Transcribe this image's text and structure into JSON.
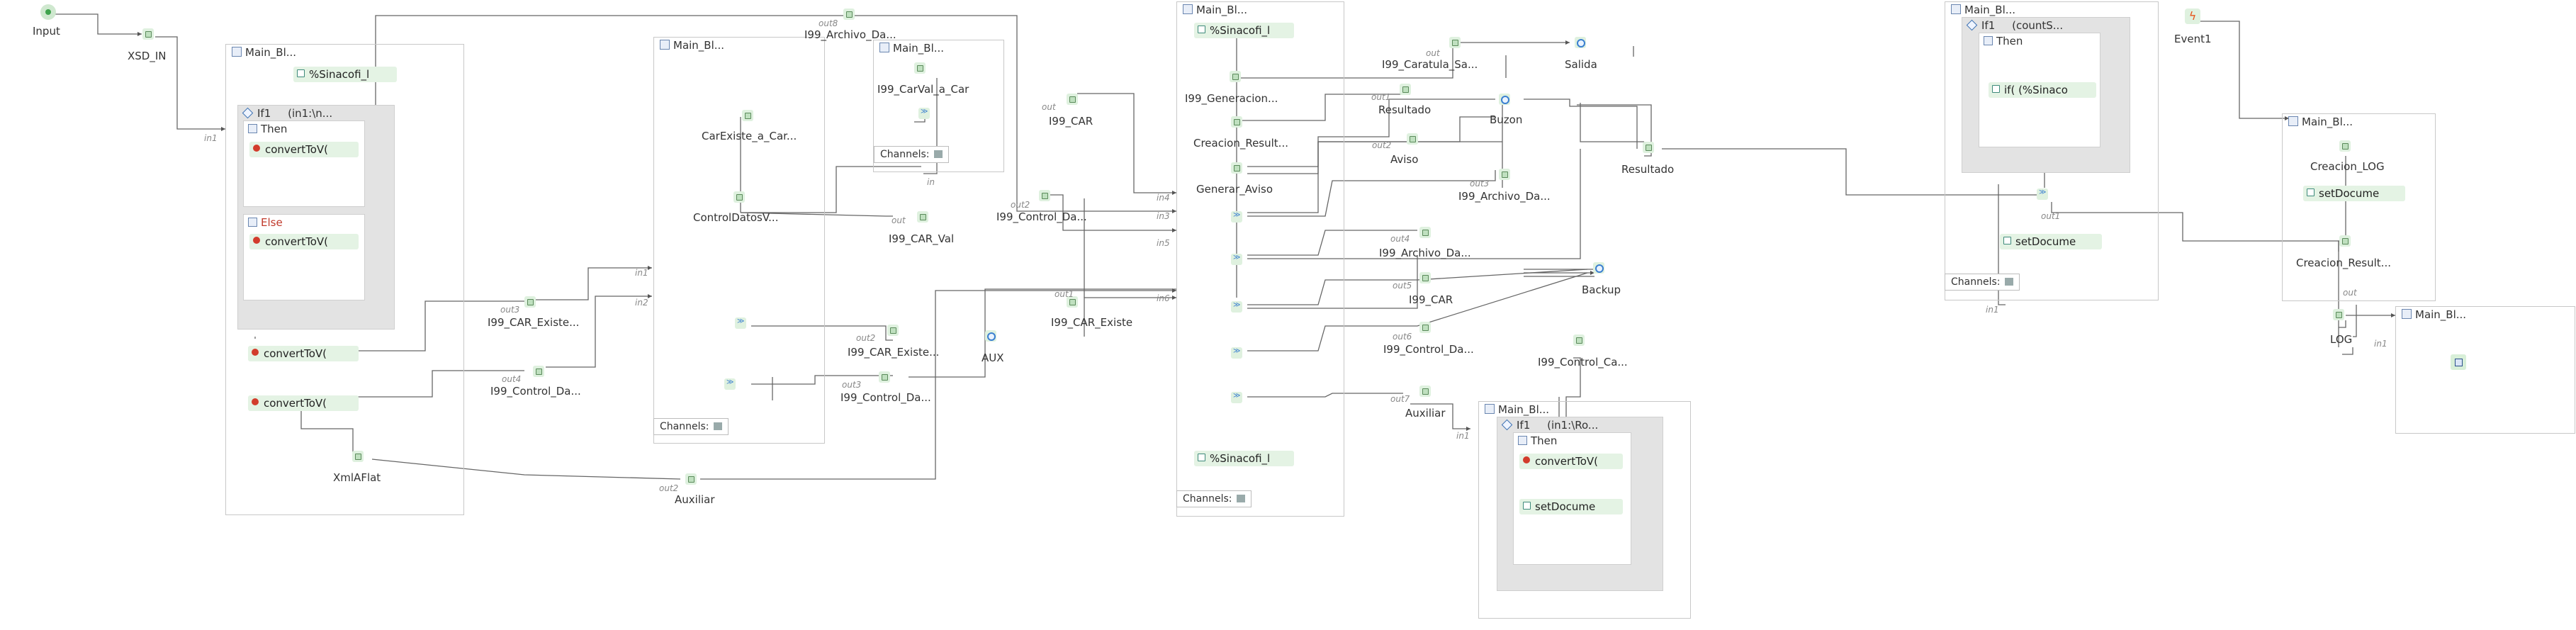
{
  "start": {
    "label": "Input"
  },
  "event": {
    "label": "Event1",
    "icon": "lightning-icon"
  },
  "nodes": {
    "xsd_in": "XSD_IN",
    "xmlaflat": "XmlAFlat",
    "auxiliar1": "Auxiliar",
    "car_existe_1": "I99_CAR_Existe...",
    "control_da_1": "I99_Control_Da...",
    "carexiste_a_car": "CarExiste_a_Car...",
    "controldatosv": "ControlDatosV...",
    "car_existe_2": "I99_CAR_Existe...",
    "control_da_2": "I99_Control_Da...",
    "aux": "AUX",
    "archivo_da_top": "I99_Archivo_Da...",
    "carval_a_car": "I99_CarVal_a_Car",
    "i99_car_top": "I99_CAR",
    "car_val": "I99_CAR_Val",
    "control_da_mid": "I99_Control_Da...",
    "car_existe_3": "I99_CAR_Existe",
    "generacion": "I99_Generacion...",
    "creacion_result": "Creacion_Result...",
    "generar_aviso": "Generar_Aviso",
    "caratula": "I99_Caratula_Sa...",
    "salida": "Salida",
    "resultado1": "Resultado",
    "buzon": "Buzon",
    "aviso": "Aviso",
    "archivo_da_r": "I99_Archivo_Da...",
    "resultado2": "Resultado",
    "archivo_da_out4": "I99_Archivo_Da...",
    "i99_car_out5": "I99_CAR",
    "control_da_out6": "I99_Control_Da...",
    "backup": "Backup",
    "control_ca": "I99_Control_Ca...",
    "auxiliar2": "Auxiliar",
    "creacion_log": "Creacion_LOG",
    "creacion_result2": "Creacion_Result...",
    "log": "LOG"
  },
  "ports": {
    "in1": "in1",
    "in2": "in2",
    "in3": "in3",
    "in4": "in4",
    "in5": "in5",
    "in6": "in6",
    "in": "in",
    "out": "out",
    "out1": "out1",
    "out2": "out2",
    "out3": "out3",
    "out4": "out4",
    "out5": "out5",
    "out6": "out6",
    "out7": "out7",
    "out8": "out8"
  },
  "blocks": {
    "main_bl": "Main_Bl...",
    "main_bl2": "Main_Bl...",
    "if1_a": "If1",
    "if1_a_cond": "(in1:\\n...",
    "if1_b_cond": "(in1:\\Ro...",
    "if1_c_cond": "(countS...",
    "then": "Then",
    "else": "Else",
    "convert": "convertToV(",
    "sinacofi": "%Sinacofi_l",
    "set_docume": "setDocume",
    "if_sinaco": "if( (%Sinaco",
    "channels": "Channels:"
  }
}
